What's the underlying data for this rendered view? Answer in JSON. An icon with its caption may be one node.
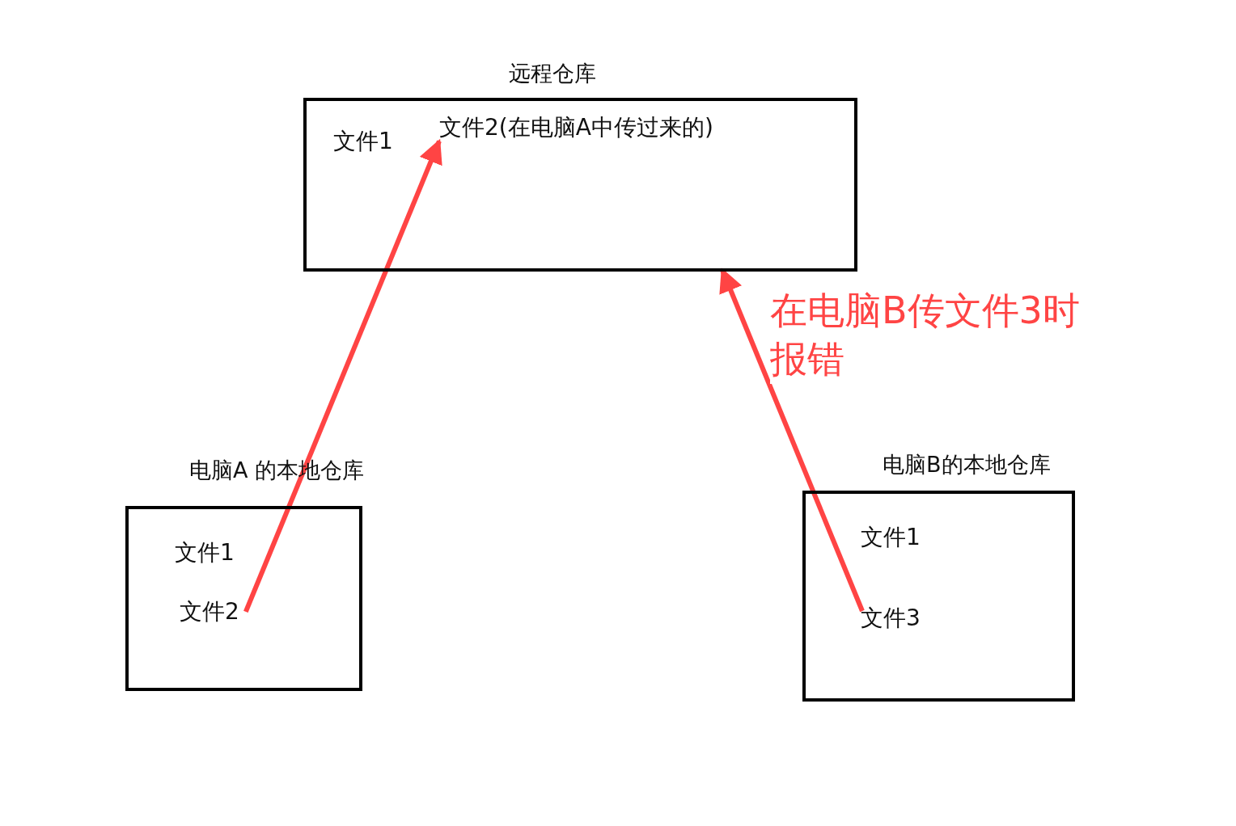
{
  "diagram": {
    "nodes": [
      {
        "text": [
          "远程仓库"
        ]
      },
      {
        "text": [
          "文件1"
        ],
        "in": 0
      },
      {
        "text": [
          "文件2(在电脑A中传过来的)"
        ],
        "in": 0
      },
      {
        "text": [
          "电脑A 的本地仓库"
        ]
      },
      {
        "text": [
          "文件1"
        ],
        "in": 3
      },
      {
        "text": [
          "文件2"
        ],
        "in": 3
      },
      {
        "text": [
          "电脑B的本地仓库"
        ]
      },
      {
        "text": [
          "文件1"
        ],
        "in": 6
      },
      {
        "text": [
          "文件3"
        ],
        "in": 6
      }
    ],
    "edges": [
      {
        "from": 5,
        "to": 2,
        "arrow": "to",
        "color": "#ff4444"
      },
      {
        "from": 8,
        "to": 0,
        "arrow": "to",
        "color": "#ff4444",
        "label": "在电脑B传文件3时报错"
      }
    ]
  }
}
